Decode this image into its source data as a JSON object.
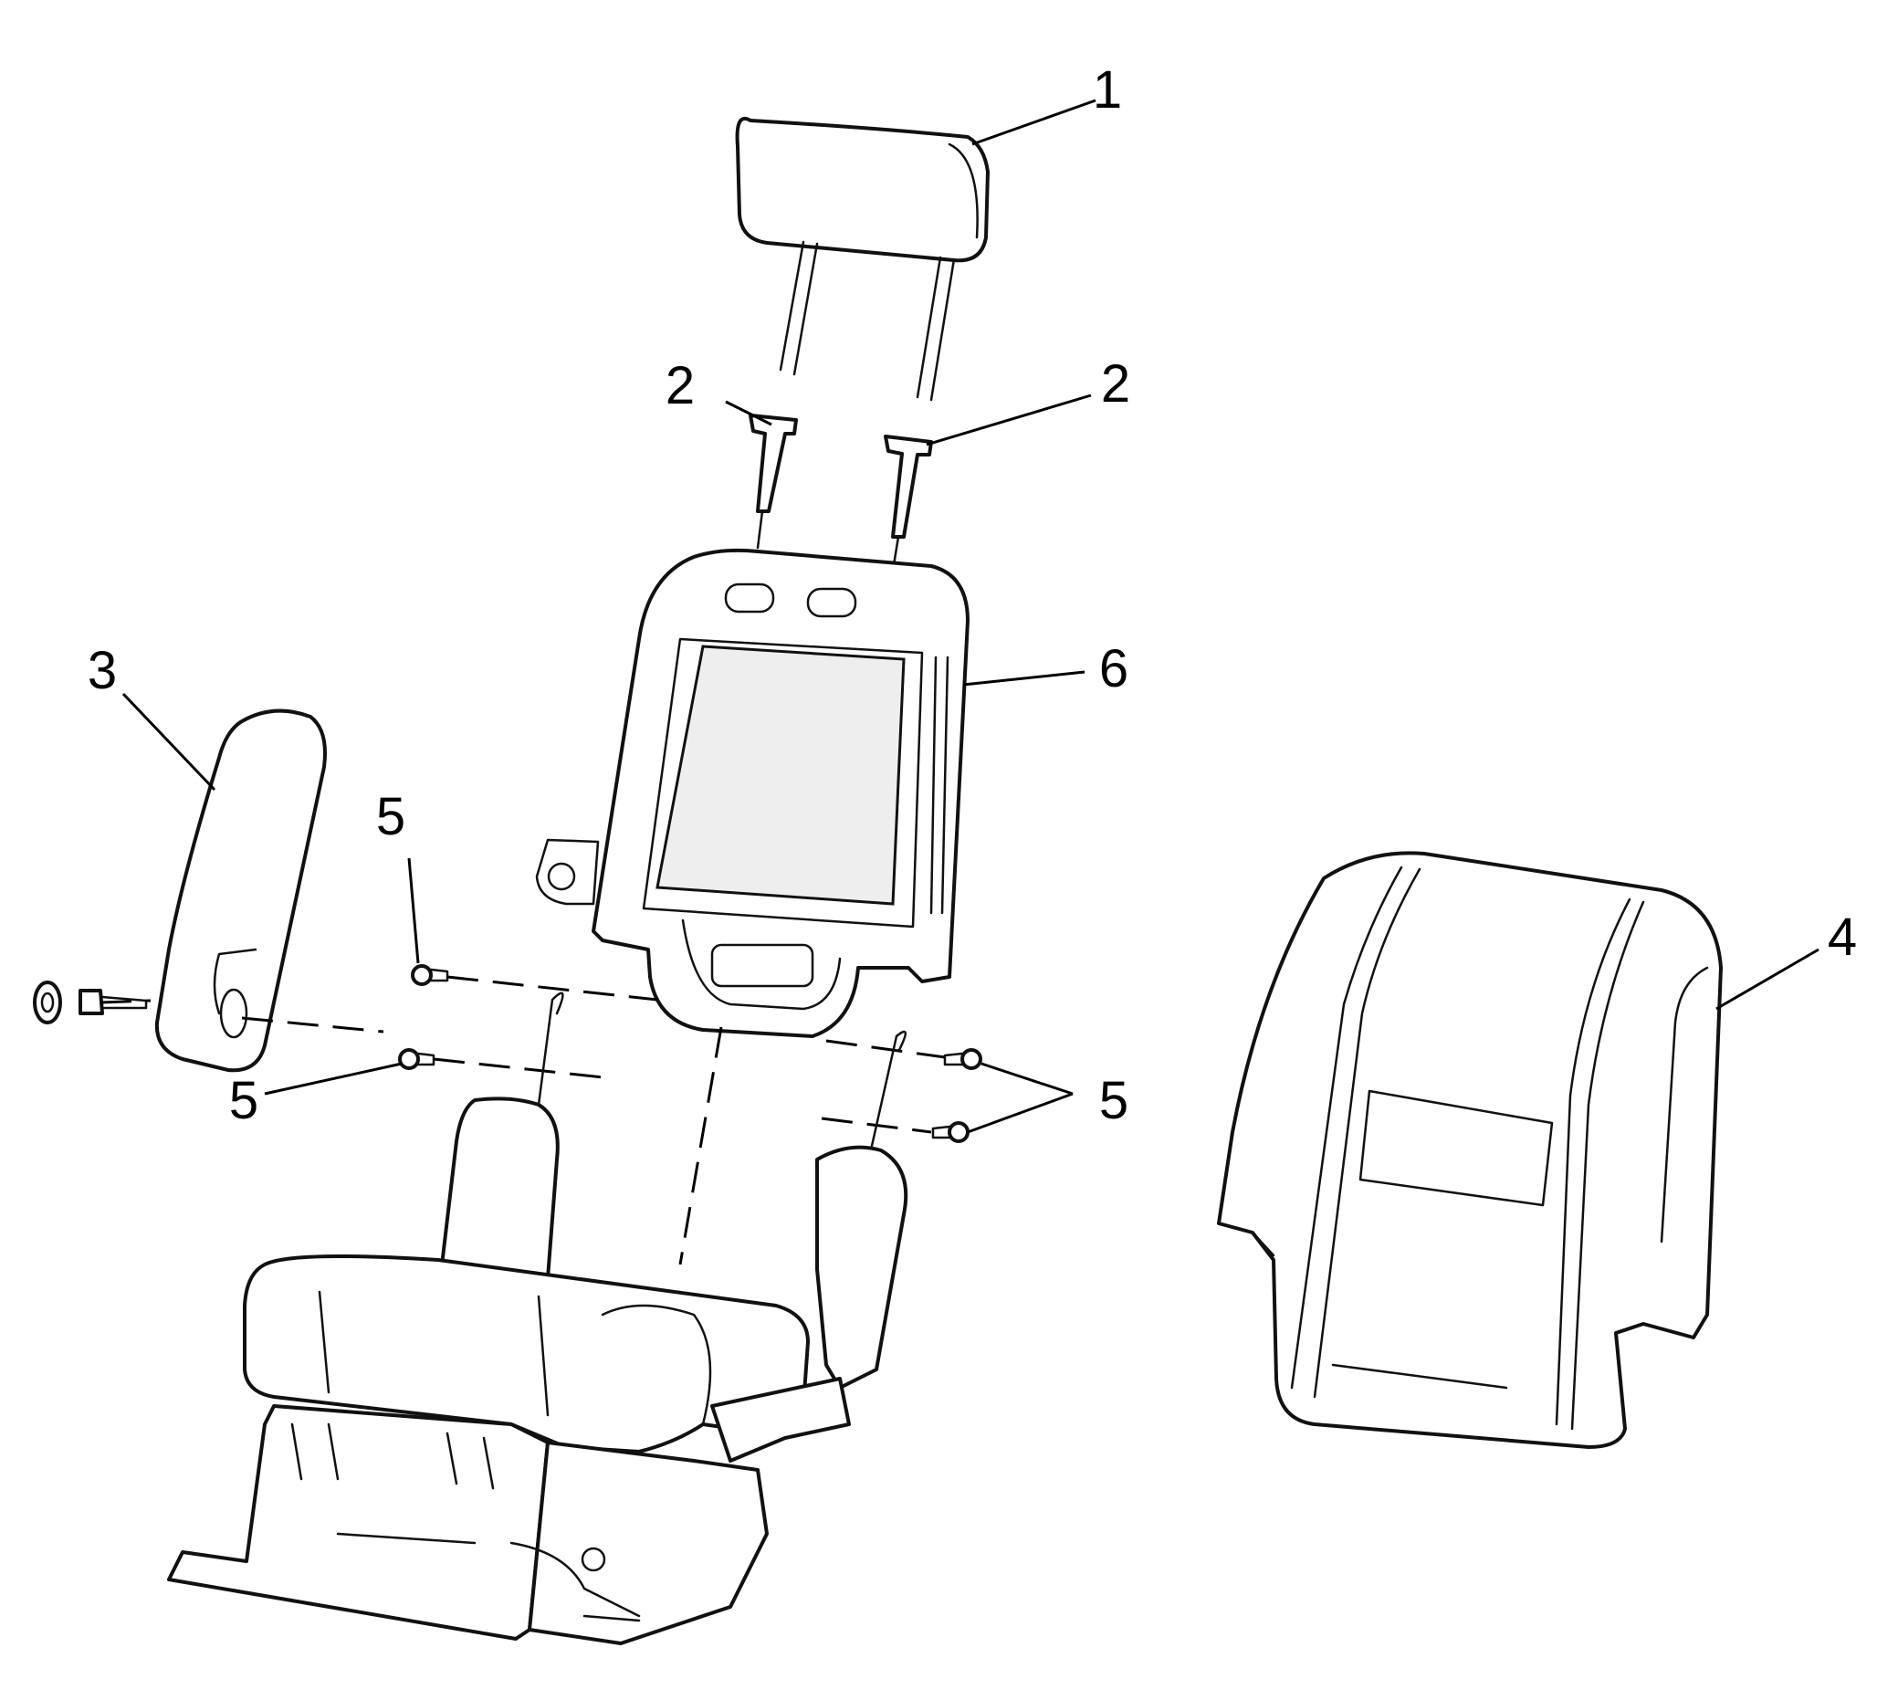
{
  "callouts": [
    {
      "id": "headrest",
      "label": "1"
    },
    {
      "id": "guide-left",
      "label": "2"
    },
    {
      "id": "guide-right",
      "label": "2"
    },
    {
      "id": "armrest",
      "label": "3"
    },
    {
      "id": "seatback-cover",
      "label": "4"
    },
    {
      "id": "bolt-upper-left",
      "label": "5"
    },
    {
      "id": "bolt-lower-left",
      "label": "5"
    },
    {
      "id": "bolts-right",
      "label": "5"
    },
    {
      "id": "seatback-frame",
      "label": "6"
    }
  ]
}
